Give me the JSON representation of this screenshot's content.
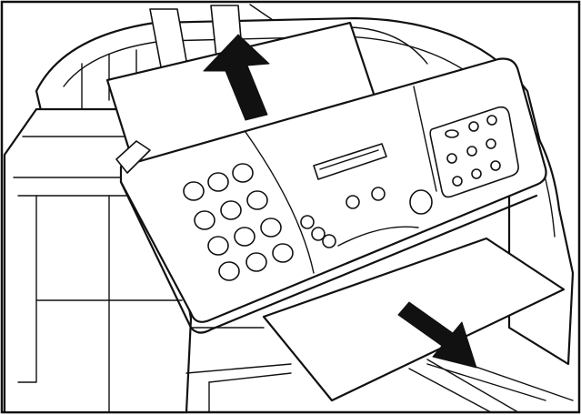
{
  "figure": {
    "subject": "fax-machine-paper-path",
    "arrows": {
      "upper": "paper-feed-direction",
      "lower": "paper-output-direction"
    },
    "keypad_key_count": 12,
    "function_key_count": 9,
    "colors": {
      "line": "#111111",
      "background": "#ffffff"
    }
  }
}
